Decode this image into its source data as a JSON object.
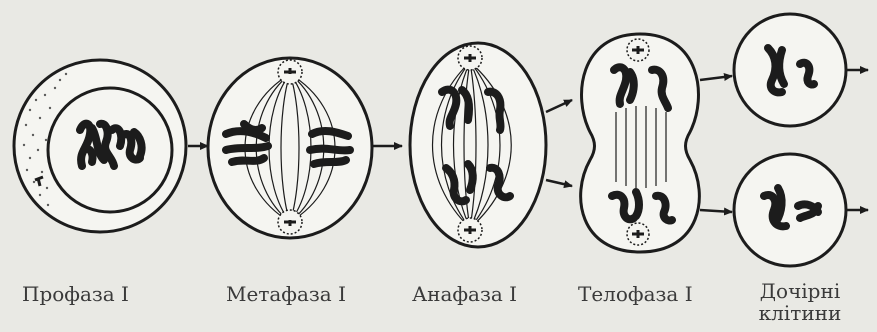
{
  "labels": {
    "prophase": "Профаза I",
    "metaphase": "Метафаза I",
    "anaphase": "Анафаза I",
    "telophase": "Телофаза I",
    "daughter_line1": "Дочірні",
    "daughter_line2": "клітини"
  },
  "colors": {
    "background": "#e9e9e4",
    "ink": "#1c1c1c",
    "cell_fill": "#f5f5f1"
  }
}
